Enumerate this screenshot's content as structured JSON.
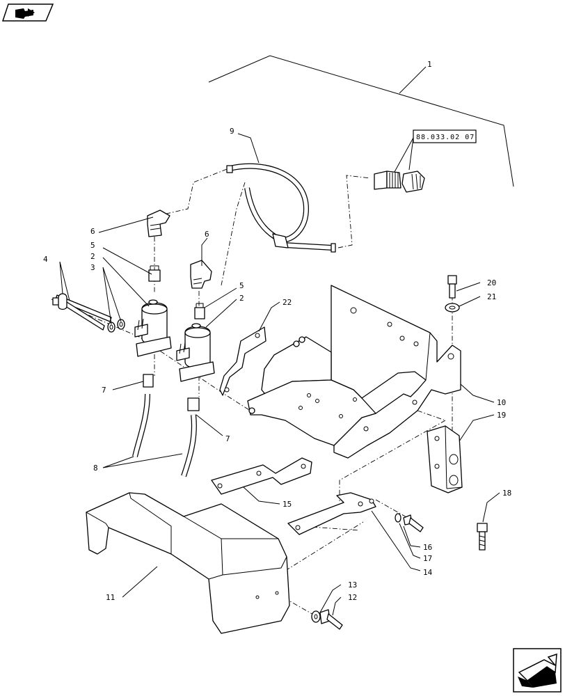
{
  "reference_box": "88.033.02 07",
  "icons": {
    "top_left": "book-arrow-icon",
    "bottom_right": "next-page-arrow-icon"
  },
  "callouts": [
    {
      "id": "c1",
      "text": "1"
    },
    {
      "id": "c2a",
      "text": "2"
    },
    {
      "id": "c2b",
      "text": "2"
    },
    {
      "id": "c3",
      "text": "3"
    },
    {
      "id": "c4",
      "text": "4"
    },
    {
      "id": "c5a",
      "text": "5"
    },
    {
      "id": "c5b",
      "text": "5"
    },
    {
      "id": "c6a",
      "text": "6"
    },
    {
      "id": "c6b",
      "text": "6"
    },
    {
      "id": "c7a",
      "text": "7"
    },
    {
      "id": "c7b",
      "text": "7"
    },
    {
      "id": "c8",
      "text": "8"
    },
    {
      "id": "c9",
      "text": "9"
    },
    {
      "id": "c10",
      "text": "10"
    },
    {
      "id": "c11",
      "text": "11"
    },
    {
      "id": "c12",
      "text": "12"
    },
    {
      "id": "c13",
      "text": "13"
    },
    {
      "id": "c14",
      "text": "14"
    },
    {
      "id": "c15",
      "text": "15"
    },
    {
      "id": "c16",
      "text": "16"
    },
    {
      "id": "c17",
      "text": "17"
    },
    {
      "id": "c18",
      "text": "18"
    },
    {
      "id": "c19",
      "text": "19"
    },
    {
      "id": "c20",
      "text": "20"
    },
    {
      "id": "c21",
      "text": "21"
    },
    {
      "id": "c22",
      "text": "22"
    }
  ]
}
